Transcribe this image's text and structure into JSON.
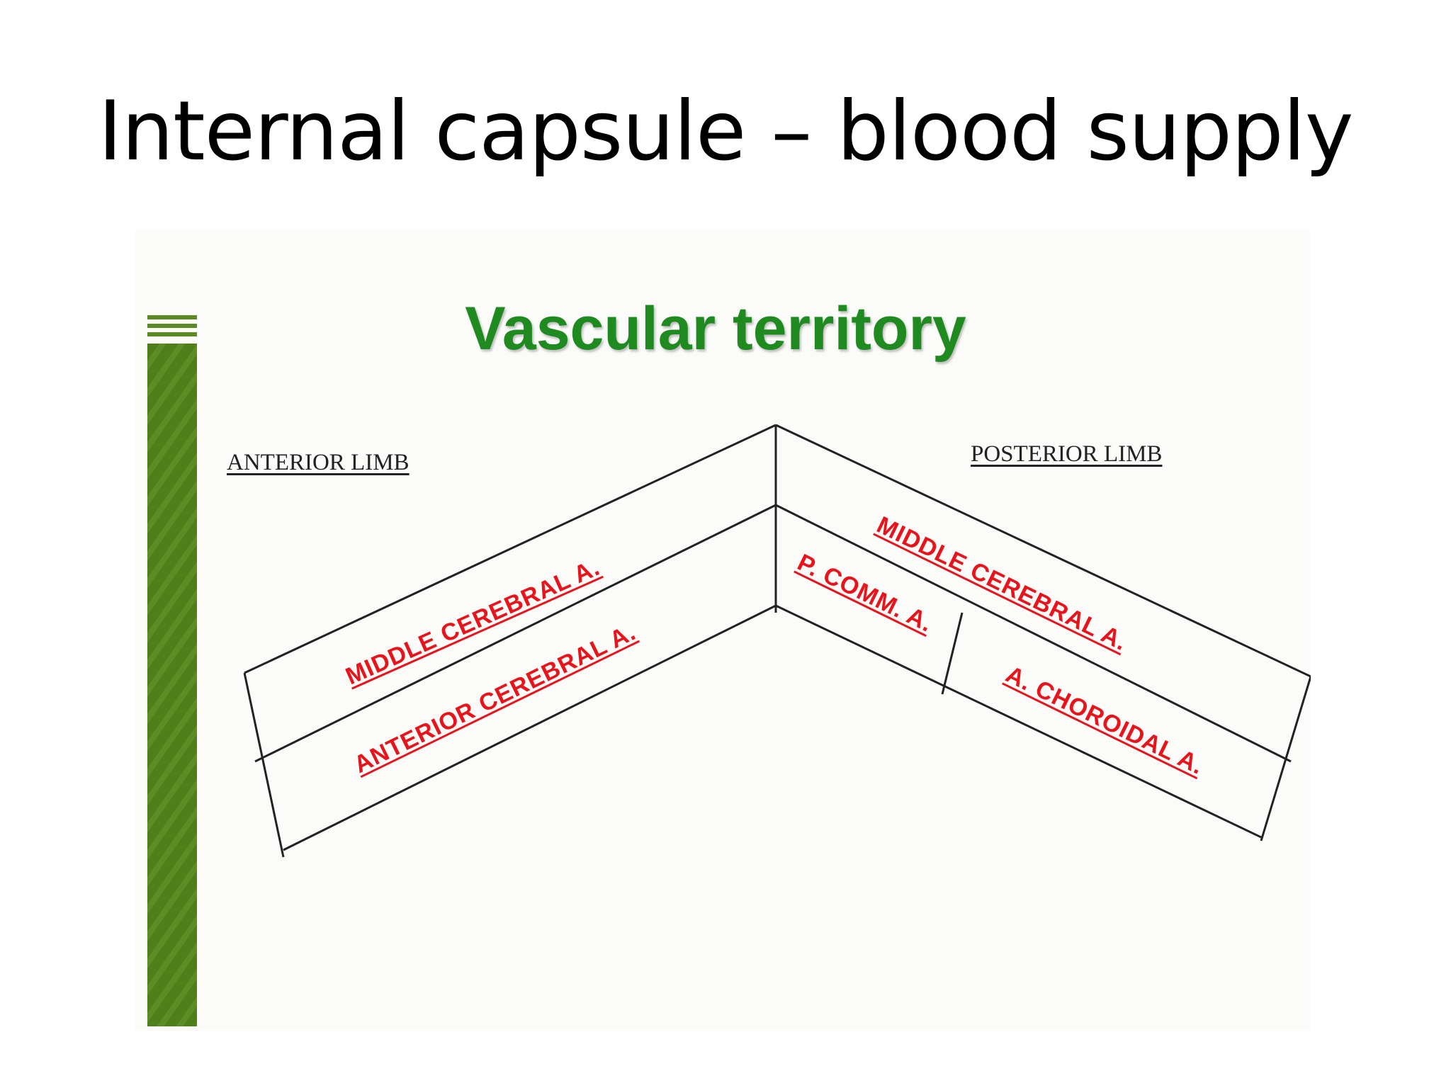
{
  "slide": {
    "title": "Internal capsule – blood supply"
  },
  "figure": {
    "heading": "Vascular territory",
    "anterior_limb_label": "ANTERIOR LIMB",
    "posterior_limb_label": "POSTERIOR LIMB",
    "territories": {
      "anterior_upper": "MIDDLE CEREBRAL A.",
      "anterior_lower": "ANTERIOR CEREBRAL A.",
      "posterior_upper": "MIDDLE CEREBRAL A.",
      "posterior_genu": "P. COMM. A.",
      "posterior_lower": "A. CHOROIDAL A."
    },
    "colors": {
      "heading": "#1f8a1f",
      "territory_text": "#e8141c",
      "outline": "#222222",
      "side_bar": "#4f7e1b"
    }
  }
}
